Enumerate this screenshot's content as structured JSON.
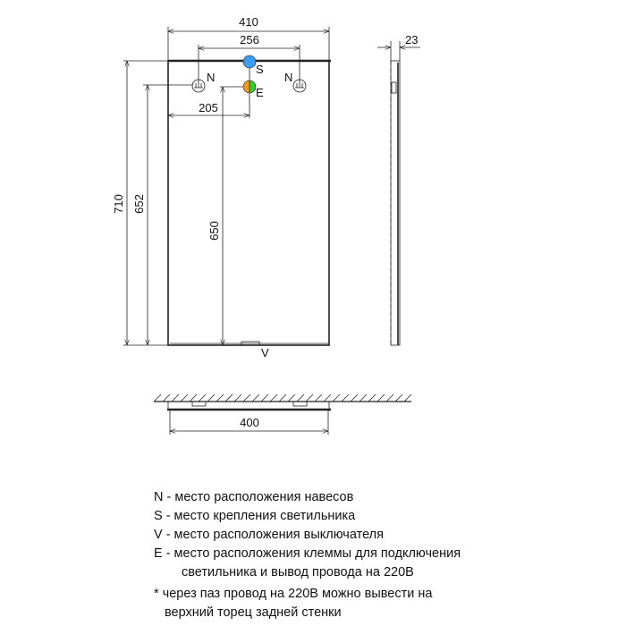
{
  "dimensions": {
    "width": "410",
    "hooks_spacing": "256",
    "depth": "23",
    "height": "710",
    "hook_height": "652",
    "terminal_height": "650",
    "terminal_offset": "205",
    "bottom_width": "400"
  },
  "markers": {
    "hook": "N",
    "light": "S",
    "switch": "V",
    "terminal": "E"
  },
  "colors": {
    "light": "#3b9cf0",
    "terminal_left": "#f39a14",
    "terminal_right": "#2fcf2f"
  },
  "legend": [
    {
      "line1": "N - место расположения навесов"
    },
    {
      "line1": "S - место крепления светильника"
    },
    {
      "line1": "V - место расположения выключателя"
    },
    {
      "line1": "E - место расположения клеммы для подключения",
      "line2": "светильника и вывод провода на 220В"
    },
    {
      "line1": "* через паз провод на 220В можно вывести на",
      "line2": "верхний торец задней стенки"
    }
  ]
}
